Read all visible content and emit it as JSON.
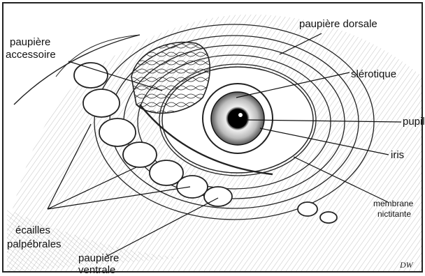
{
  "figure": {
    "labels": {
      "paupiere_dorsale": "paupière dorsale",
      "paupiere_accessoire_1": "paupière",
      "paupiere_accessoire_2": "accessoire",
      "slerotique": "slérotique",
      "pupille": "pupille",
      "iris": "iris",
      "membrane_1": "membrane",
      "membrane_2": "nictitante",
      "ecailles_1": "écailles",
      "ecailles_2": "palpébrales",
      "paupiere_ventrale_1": "paupière",
      "paupiere_ventrale_2": "ventrale"
    },
    "signature": "DW",
    "colors": {
      "ink": "#111111",
      "paper": "#ffffff",
      "frame": "#222222"
    }
  }
}
